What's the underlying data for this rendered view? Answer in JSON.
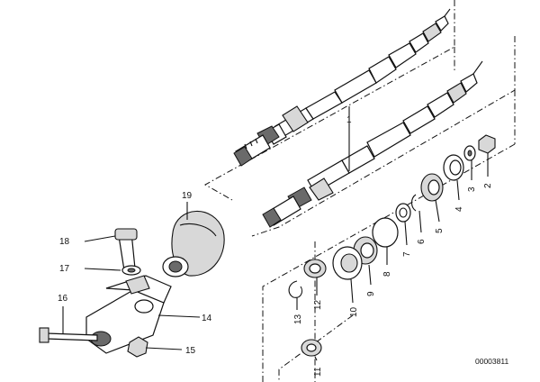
{
  "diagram": {
    "reference_code": "00003811",
    "callouts": [
      {
        "id": "1",
        "text": "1"
      },
      {
        "id": "2",
        "text": "2"
      },
      {
        "id": "3",
        "text": "3"
      },
      {
        "id": "4",
        "text": "4"
      },
      {
        "id": "5",
        "text": "5"
      },
      {
        "id": "6",
        "text": "6"
      },
      {
        "id": "7",
        "text": "7"
      },
      {
        "id": "8",
        "text": "8"
      },
      {
        "id": "9",
        "text": "9"
      },
      {
        "id": "10",
        "text": "10"
      },
      {
        "id": "11",
        "text": "11"
      },
      {
        "id": "12",
        "text": "12"
      },
      {
        "id": "13",
        "text": "13"
      },
      {
        "id": "14",
        "text": "14"
      },
      {
        "id": "15",
        "text": "15"
      },
      {
        "id": "16",
        "text": "16"
      },
      {
        "id": "17",
        "text": "17"
      },
      {
        "id": "18",
        "text": "18"
      },
      {
        "id": "19",
        "text": "19"
      }
    ]
  }
}
